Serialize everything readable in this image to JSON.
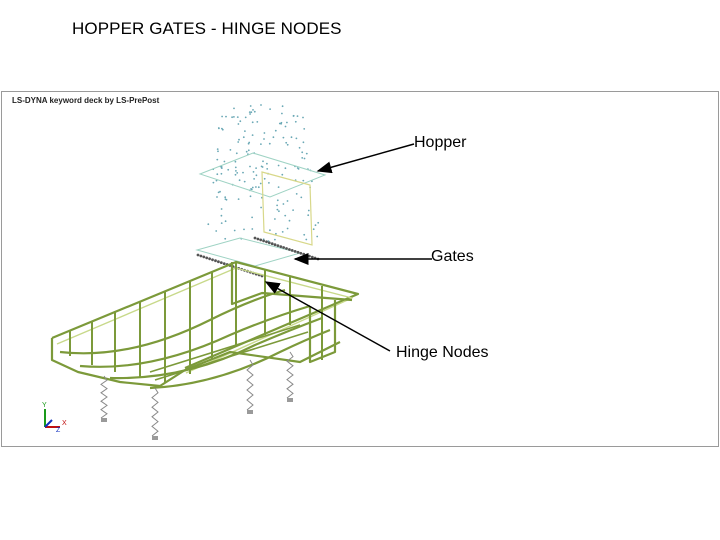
{
  "slide": {
    "title": "HOPPER GATES - HINGE NODES"
  },
  "viewport": {
    "title": "LS-DYNA keyword deck by LS-PrePost"
  },
  "axis_triad": {
    "labels": [
      "Y",
      "X",
      "Z"
    ]
  },
  "annotations": [
    {
      "id": "hopper",
      "label": "Hopper"
    },
    {
      "id": "gates",
      "label": "Gates"
    },
    {
      "id": "hinge",
      "label": "Hinge Nodes"
    }
  ],
  "colors": {
    "frame": "#7c9a3a",
    "frame_light": "#c8d98a",
    "hopper_plate": "#9fd3c4",
    "hopper_side": "#d8d88a",
    "particles": "#6aa8b5",
    "hinge_nodes": "#555555",
    "arrow": "#000000"
  }
}
